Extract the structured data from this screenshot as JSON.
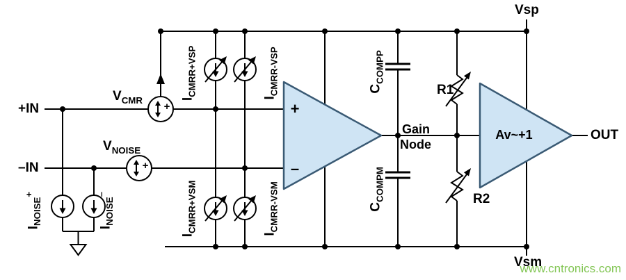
{
  "colors": {
    "wire": "#000000",
    "amp_fill": "#cfe4f4",
    "amp_stroke": "#3a5a74",
    "watermark": "#76c043"
  },
  "terminals": {
    "in_plus": "+IN",
    "in_minus": "–IN",
    "out": "OUT",
    "vsp": "Vsp",
    "vsm": "Vsm"
  },
  "opamp": {
    "plus_sign": "+",
    "minus_sign": "–"
  },
  "buffer": {
    "gain_label": "Av~+1"
  },
  "gain_node": {
    "line1": "Gain",
    "line2": "Node"
  },
  "sources": {
    "vcmr": {
      "name": "V",
      "sub": "CMR",
      "polarity": "+"
    },
    "vnoise": {
      "name": "V",
      "sub": "NOISE",
      "polarity": "+"
    },
    "icmrr_p_vsp": {
      "name": "I",
      "sub": "CMRR+VSP"
    },
    "icmrr_m_vsp": {
      "name": "I",
      "sub": "CMRR-VSP"
    },
    "icmrr_p_vsm": {
      "name": "I",
      "sub": "CMRR+VSM"
    },
    "icmrr_m_vsm": {
      "name": "I",
      "sub": "CMRR-VSM"
    },
    "inoise_p": {
      "name": "I",
      "sub": "NOISE",
      "sup": "+"
    },
    "inoise_m": {
      "name": "I",
      "sub": "NOISE",
      "sup": "–"
    }
  },
  "passives": {
    "ccompp": {
      "name": "C",
      "sub": "COMPP"
    },
    "ccompm": {
      "name": "C",
      "sub": "COMPM"
    },
    "r1": "R1",
    "r2": "R2"
  },
  "watermark": {
    "text": "www.cntronics.com"
  }
}
